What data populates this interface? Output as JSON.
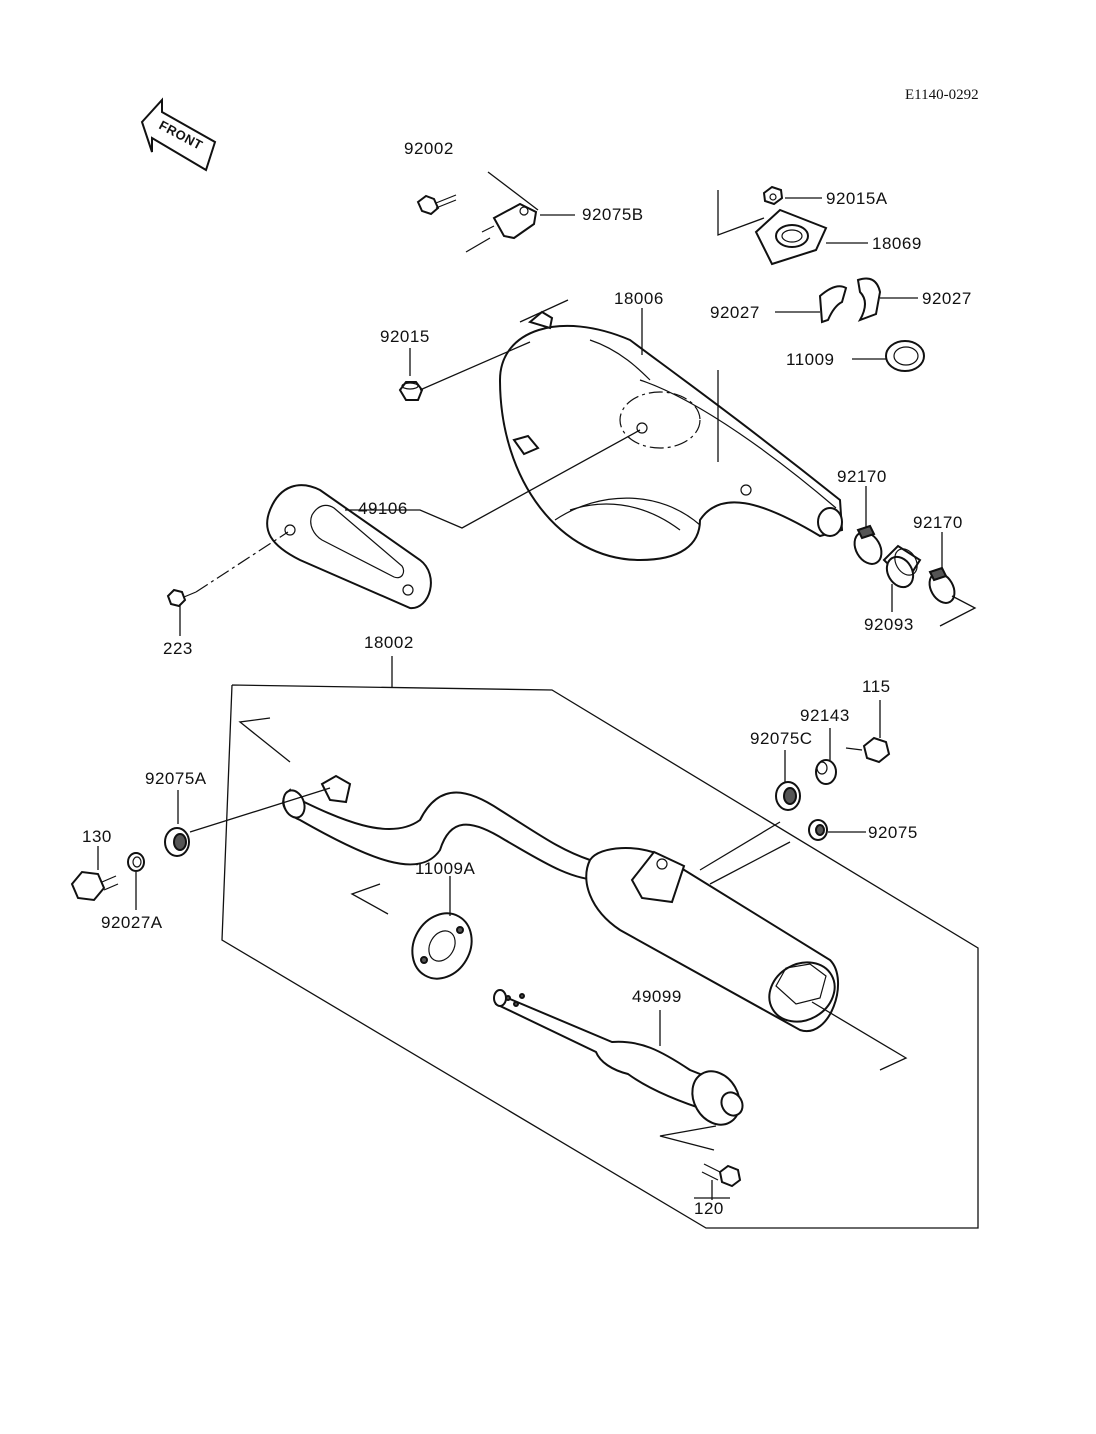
{
  "diagram_code": "E1140-0292",
  "front_label": "FRONT",
  "parts": {
    "p92002": "92002",
    "p92075B": "92075B",
    "p92015A": "92015A",
    "p18069": "18069",
    "p92027_left": "92027",
    "p92027_right": "92027",
    "p11009": "11009",
    "p18006": "18006",
    "p92015": "92015",
    "p49106": "49106",
    "p223": "223",
    "p92170_left": "92170",
    "p92170_right": "92170",
    "p92093": "92093",
    "p18002": "18002",
    "p115": "115",
    "p92143": "92143",
    "p92075C": "92075C",
    "p92075A": "92075A",
    "p92075": "92075",
    "p130": "130",
    "p92027A": "92027A",
    "p11009A": "11009A",
    "p49099": "49099",
    "p120": "120"
  }
}
